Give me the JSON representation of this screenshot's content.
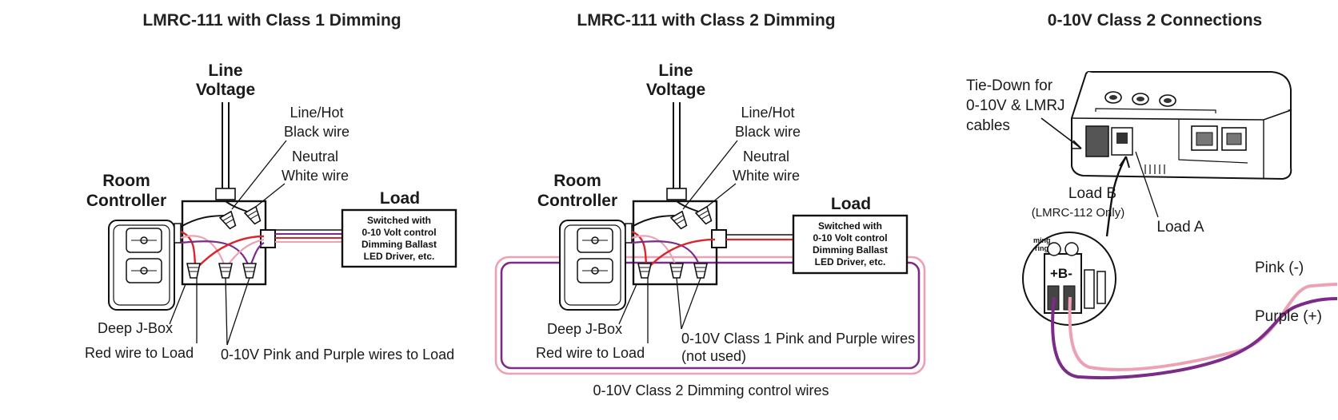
{
  "colors": {
    "red": "#d8262c",
    "pink": "#eda1b4",
    "purple": "#7b2b88",
    "ink": "#111111"
  },
  "panel1": {
    "title": "LMRC-111 with Class 1 Dimming",
    "line_voltage": [
      "Line",
      "Voltage"
    ],
    "line_hot": [
      "Line/Hot",
      "Black wire"
    ],
    "neutral": [
      "Neutral",
      "White wire"
    ],
    "room_controller": [
      "Room",
      "Controller"
    ],
    "load": "Load",
    "load_box": [
      "Switched with",
      "0-10 Volt control",
      "Dimming Ballast",
      "LED Driver, etc."
    ],
    "deep_jbox": "Deep J-Box",
    "red_wire": "Red wire to Load",
    "pink_purple": "0-10V Pink and Purple wires to Load"
  },
  "panel2": {
    "title": "LMRC-111 with Class 2 Dimming",
    "line_voltage": [
      "Line",
      "Voltage"
    ],
    "line_hot": [
      "Line/Hot",
      "Black wire"
    ],
    "neutral": [
      "Neutral",
      "White wire"
    ],
    "room_controller": [
      "Room",
      "Controller"
    ],
    "load": "Load",
    "load_box": [
      "Switched with",
      "0-10 Volt control",
      "Dimming Ballast",
      "LED Driver, etc."
    ],
    "deep_jbox": "Deep J-Box",
    "red_wire": "Red wire to Load",
    "class1_wires": [
      "0-10V Class 1 Pink and Purple wires",
      "(not used)"
    ],
    "class2_caption": "0-10V Class 2 Dimming control wires"
  },
  "panel3": {
    "title": "0-10V Class 2 Connections",
    "tie_down": [
      "Tie-Down for",
      "0-10V & LMRJ",
      "cables"
    ],
    "load_b": "Load B",
    "load_b_note": "(LMRC-112 Only)",
    "load_a": "Load A",
    "pink": "Pink (-)",
    "purple": "Purple (+)",
    "terminal_label": "+B-",
    "terminal_side": [
      "ming",
      "ring"
    ]
  }
}
